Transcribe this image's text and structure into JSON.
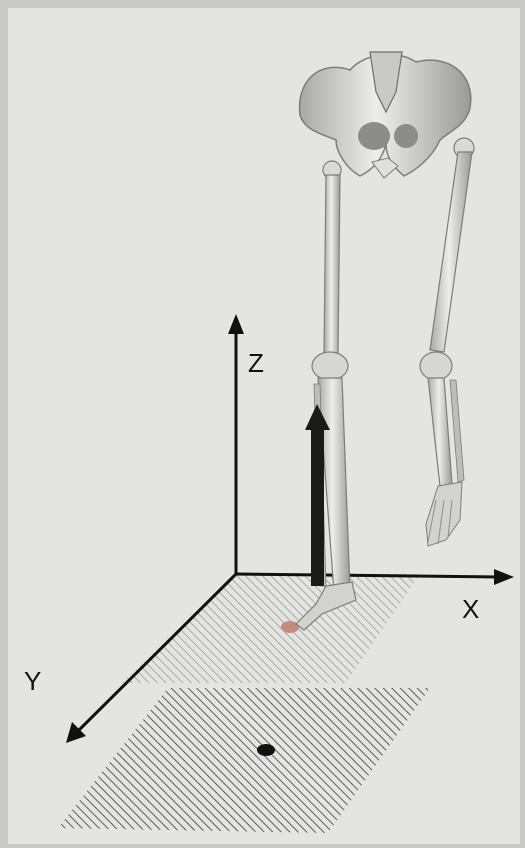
{
  "axes": {
    "z": "Z",
    "x": "X",
    "y": "Y"
  },
  "colors": {
    "background": "#e4e4e1",
    "paper_edge": "#c9c9c6",
    "axis": "#111111",
    "bone": "#d6d6d3",
    "bone_shadow": "#8e8e8b",
    "hatch": "#5a5a5a",
    "force_arrow": "#1a1a1a",
    "center_of_pressure": "#c48b7f",
    "center_of_mass_projection": "#111111"
  }
}
